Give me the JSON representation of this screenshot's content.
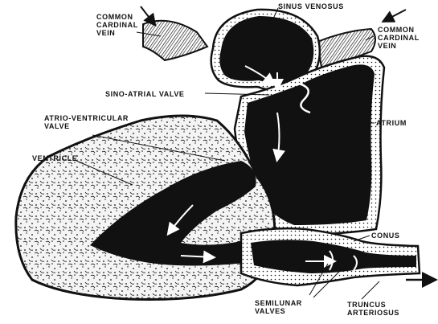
{
  "labels": {
    "sinus_venosus": "SINUS VENOSUS",
    "common_cardinal_vein_left": [
      "COMMON",
      "CARDINAL",
      "VEIN"
    ],
    "common_cardinal_vein_right": [
      "COMMON",
      "CARDINAL",
      "VEIN"
    ],
    "sino_atrial_valve": "SINO-ATRIAL VALVE",
    "atrium": "ATRIUM",
    "atrio_ventricular_valve": [
      "ATRIO-VENTRICULAR",
      "VALVE"
    ],
    "ventricle": "VENTRICLE",
    "conus": "CONUS",
    "semilunar_valves": [
      "SEMILUNAR",
      "VALVES"
    ],
    "truncus_arteriosus": [
      "TRUNCUS",
      "ARTERIOSUS"
    ]
  },
  "colors": {
    "ink": "#111111",
    "paper": "#ffffff"
  }
}
